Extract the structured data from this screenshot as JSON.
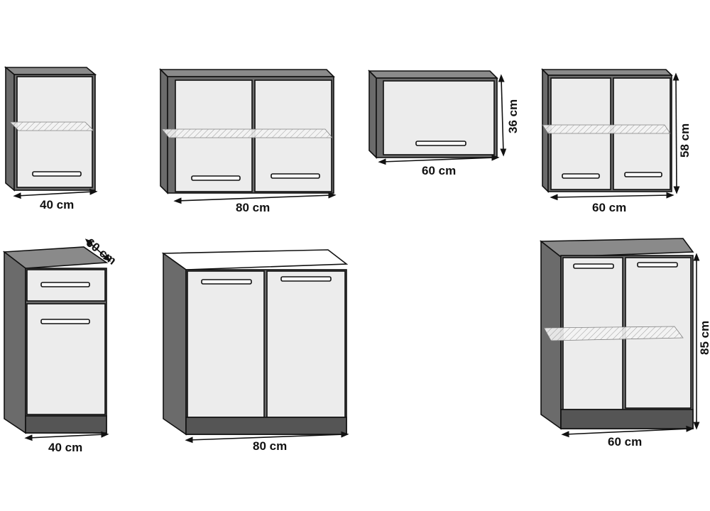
{
  "cabinets": [
    {
      "id": "wall-40",
      "width_label": "40 cm"
    },
    {
      "id": "wall-80",
      "width_label": "80 cm"
    },
    {
      "id": "wall-60-flap",
      "width_label": "60 cm",
      "height_label": "36 cm"
    },
    {
      "id": "wall-60",
      "width_label": "60 cm",
      "height_label": "58 cm"
    },
    {
      "id": "base-40-drawer",
      "width_label": "40 cm",
      "depth_label": "60 cm"
    },
    {
      "id": "base-80",
      "width_label": "80 cm"
    },
    {
      "id": "base-60",
      "width_label": "60 cm",
      "height_label": "85 cm"
    }
  ],
  "colors": {
    "carcass": "#6b6b6b",
    "door": "#ececec",
    "outline": "#111111"
  }
}
